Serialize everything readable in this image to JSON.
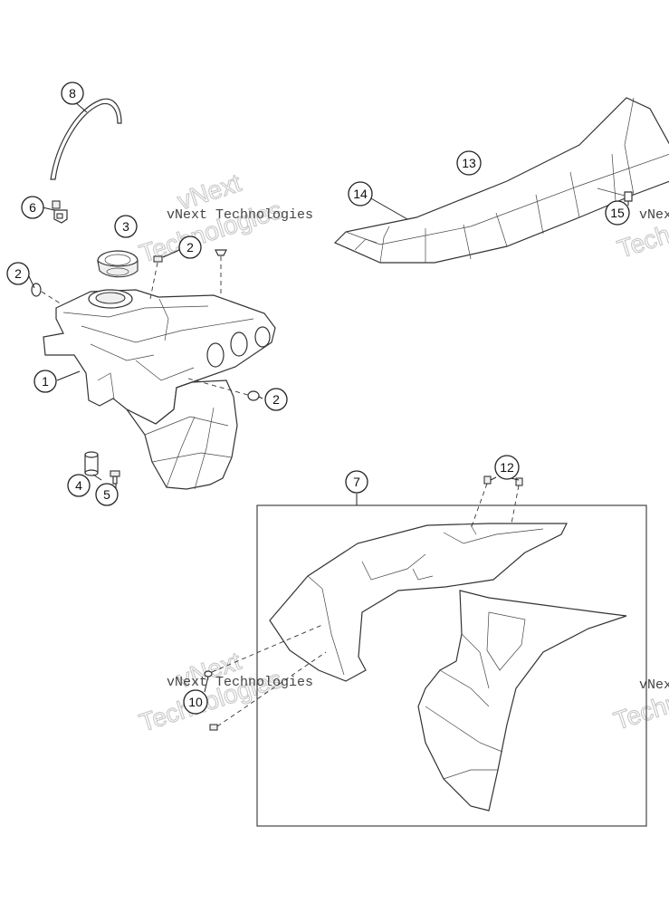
{
  "callouts": [
    {
      "id": "c1",
      "label": "1"
    },
    {
      "id": "c2a",
      "label": "2"
    },
    {
      "id": "c2b",
      "label": "2"
    },
    {
      "id": "c2c",
      "label": "2"
    },
    {
      "id": "c3",
      "label": "3"
    },
    {
      "id": "c4",
      "label": "4"
    },
    {
      "id": "c5",
      "label": "5"
    },
    {
      "id": "c6",
      "label": "6"
    },
    {
      "id": "c7",
      "label": "7"
    },
    {
      "id": "c8",
      "label": "8"
    },
    {
      "id": "c10",
      "label": "10"
    },
    {
      "id": "c12",
      "label": "12"
    },
    {
      "id": "c13",
      "label": "13"
    },
    {
      "id": "c14",
      "label": "14"
    },
    {
      "id": "c15",
      "label": "15"
    }
  ],
  "watermark": {
    "company": "vNext Technologies",
    "ghost_word_1": "vNext",
    "ghost_word_2": "Technologies"
  },
  "colors": {
    "line": "#333333",
    "background": "#ffffff",
    "watermark": "#c8c8c8"
  }
}
